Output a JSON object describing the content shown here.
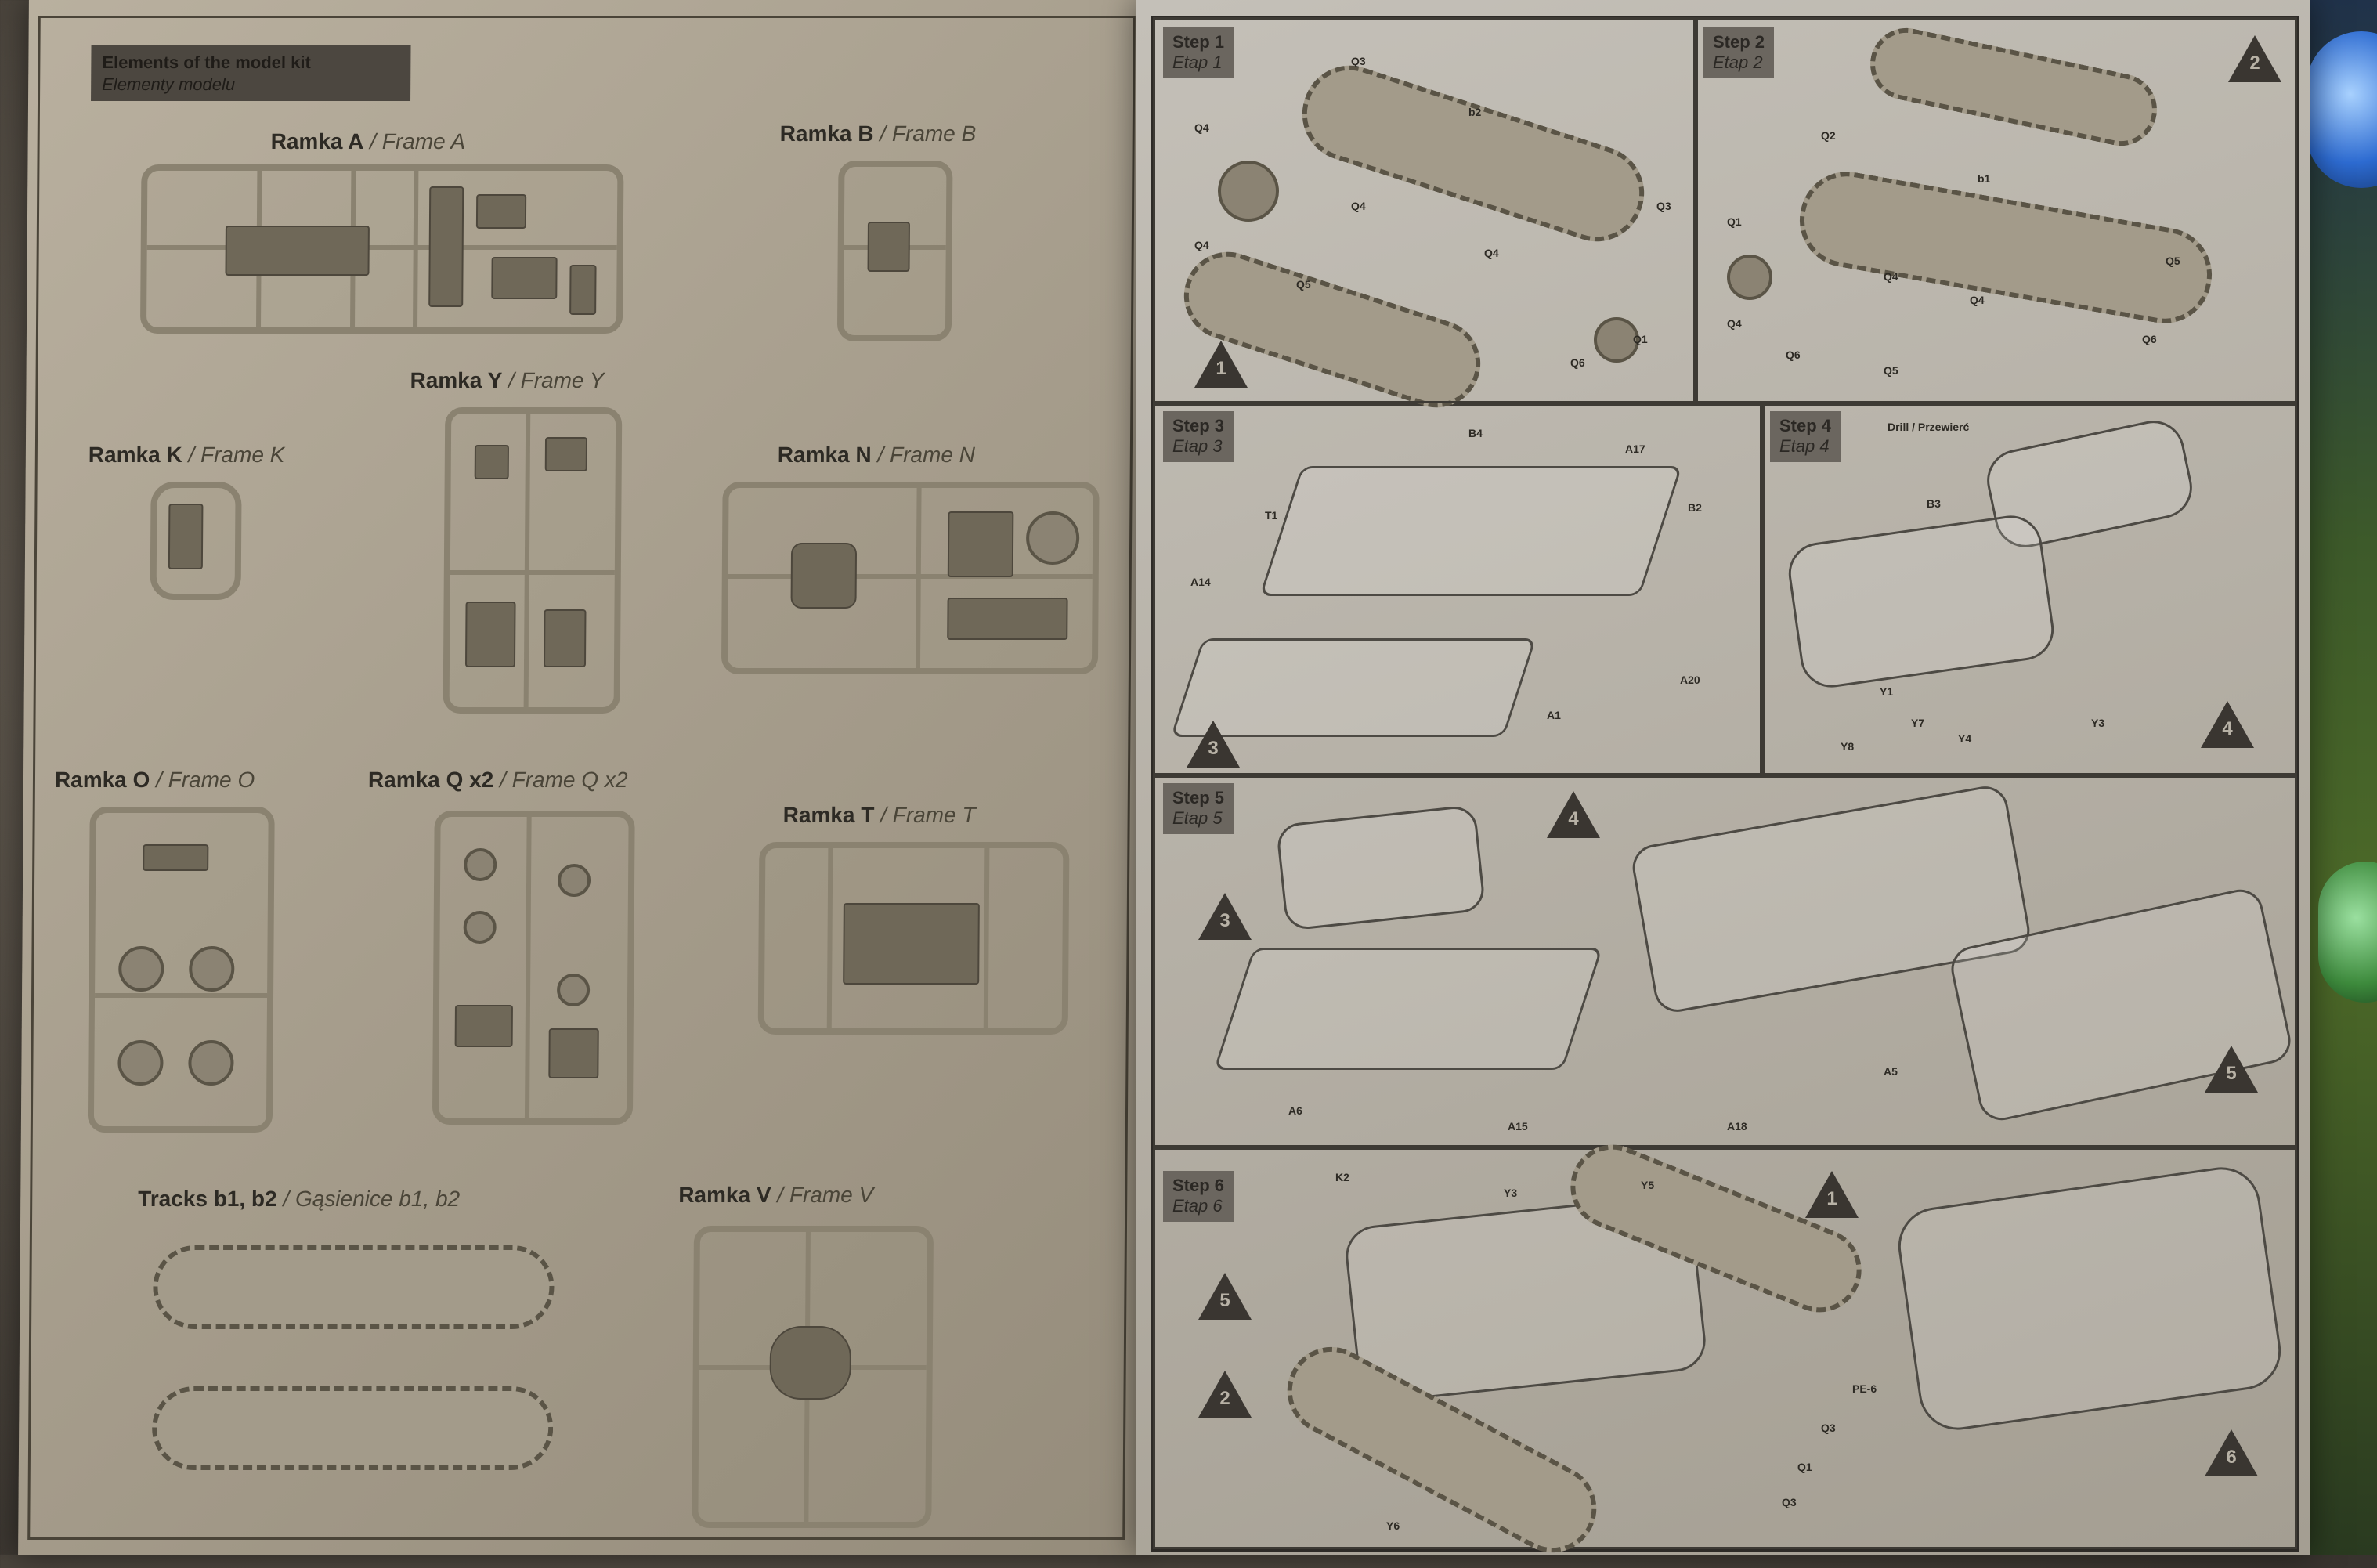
{
  "left_page": {
    "header": {
      "title": "Elements of the model kit",
      "subtitle": "Elementy modelu"
    },
    "frames": [
      {
        "key": "A",
        "label": "Ramka A",
        "alt": " / Frame A"
      },
      {
        "key": "B",
        "label": "Ramka B",
        "alt": " / Frame B"
      },
      {
        "key": "Y",
        "label": "Ramka Y",
        "alt": " / Frame Y"
      },
      {
        "key": "K",
        "label": "Ramka K",
        "alt": " / Frame K"
      },
      {
        "key": "N",
        "label": "Ramka N",
        "alt": " / Frame N"
      },
      {
        "key": "O",
        "label": "Ramka O",
        "alt": " / Frame O"
      },
      {
        "key": "Q",
        "label": "Ramka Q x2",
        "alt": " / Frame Q x2"
      },
      {
        "key": "T",
        "label": "Ramka T",
        "alt": " / Frame T"
      },
      {
        "key": "tracks",
        "label": "Tracks b1, b2",
        "alt": " / Gąsienice b1, b2"
      },
      {
        "key": "V",
        "label": "Ramka V",
        "alt": " / Frame V"
      }
    ]
  },
  "right_page": {
    "steps": [
      {
        "num": "1",
        "label": "Step 1",
        "alt": "Etap 1"
      },
      {
        "num": "2",
        "label": "Step 2",
        "alt": "Etap 2"
      },
      {
        "num": "3",
        "label": "Step 3",
        "alt": "Etap 3"
      },
      {
        "num": "4",
        "label": "Step 4",
        "alt": "Etap 4"
      },
      {
        "num": "5",
        "label": "Step 5",
        "alt": "Etap 5"
      },
      {
        "num": "6",
        "label": "Step 6",
        "alt": "Etap 6"
      }
    ],
    "step1_codes": [
      "Q3",
      "b2",
      "Q4",
      "Q4",
      "Q4",
      "Q5",
      "Q4",
      "Q3",
      "Q1",
      "Q6"
    ],
    "step2_codes": [
      "Q2",
      "b1",
      "Q1",
      "Q4",
      "Q4",
      "Q4",
      "Q5",
      "Q6",
      "Q6",
      "Q5"
    ],
    "step3_codes": [
      "B4",
      "A17",
      "T1",
      "B2",
      "A14",
      "A20",
      "A1"
    ],
    "step4_codes": [
      "Drill / Przewierć",
      "B3",
      "Y1",
      "Y7",
      "Y4",
      "Y3",
      "Y8"
    ],
    "step5_codes": [
      "A6",
      "A15",
      "A18",
      "A5"
    ],
    "step6_codes": [
      "K2",
      "Y3",
      "Y5",
      "PE-6",
      "Q3",
      "Q1",
      "Q3",
      "Y6"
    ],
    "callouts": {
      "s5_a": "4",
      "s5_b": "3",
      "s6_a": "5",
      "s6_b": "2",
      "s6_c": "1"
    }
  }
}
